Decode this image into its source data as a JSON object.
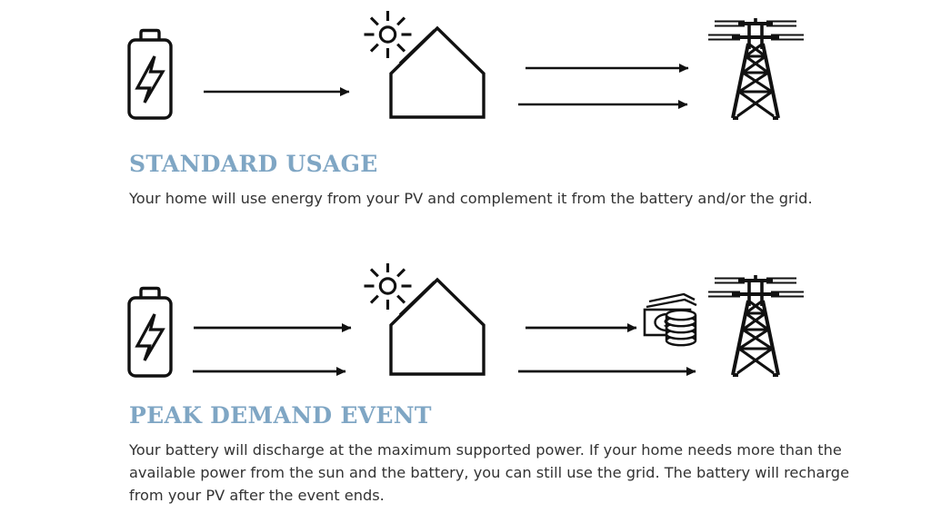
{
  "page": {
    "background_color": "#ffffff",
    "heading_color": "#7FA6C4",
    "body_text_color": "#333333",
    "icon_color": "#111111"
  },
  "sections": [
    {
      "id": "standard-usage",
      "heading": "STANDARD USAGE",
      "body": "Your home will use energy from your PV and complement it from the battery and/or the grid.",
      "icons": [
        {
          "name": "battery-icon",
          "label": "Battery"
        },
        {
          "name": "house-solar-icon",
          "label": "Home with solar PV"
        },
        {
          "name": "power-tower-icon",
          "label": "Electrical grid"
        }
      ],
      "flows": [
        {
          "name": "flow-house-to-battery",
          "direction": "left",
          "from": "house",
          "to": "battery"
        },
        {
          "name": "flow-grid-to-house",
          "direction": "left",
          "from": "grid",
          "to": "house"
        },
        {
          "name": "flow-house-to-grid",
          "direction": "right",
          "from": "house",
          "to": "grid"
        }
      ]
    },
    {
      "id": "peak-demand-event",
      "heading": "PEAK DEMAND EVENT",
      "body": "Your battery will discharge at the maximum supported power. If your home needs more than the available power from the sun and the battery, you can still use the grid. The battery will recharge from your PV after the event ends.",
      "icons": [
        {
          "name": "battery-icon",
          "label": "Battery"
        },
        {
          "name": "house-solar-icon",
          "label": "Home with solar PV"
        },
        {
          "name": "money-icon",
          "label": "Cost of grid energy"
        },
        {
          "name": "power-tower-icon",
          "label": "Electrical grid"
        }
      ],
      "flows": [
        {
          "name": "flow-house-to-battery",
          "direction": "left",
          "from": "house",
          "to": "battery"
        },
        {
          "name": "flow-battery-to-house",
          "direction": "right",
          "from": "battery",
          "to": "house"
        },
        {
          "name": "flow-grid-to-house-paid",
          "direction": "left",
          "from": "grid",
          "to": "house"
        },
        {
          "name": "flow-house-to-grid",
          "direction": "right",
          "from": "house",
          "to": "grid"
        }
      ]
    }
  ]
}
